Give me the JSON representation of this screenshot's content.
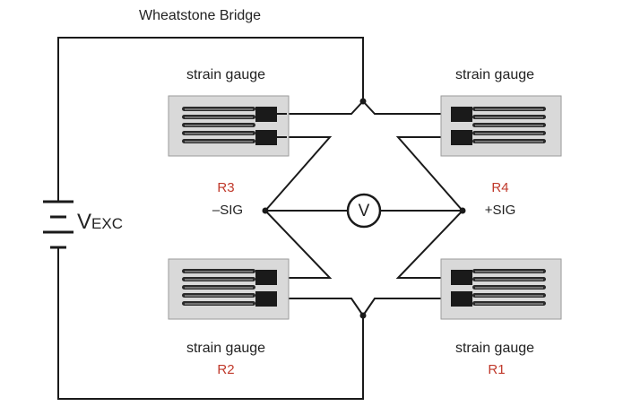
{
  "title": "Wheatstone Bridge",
  "gauges": {
    "top_left": {
      "caption": "strain gauge",
      "resistor": "R3",
      "signal": "–SIG"
    },
    "top_right": {
      "caption": "strain gauge",
      "resistor": "R4",
      "signal": "+SIG"
    },
    "bottom_left": {
      "caption": "strain gauge",
      "resistor": "R2"
    },
    "bottom_right": {
      "caption": "strain gauge",
      "resistor": "R1"
    }
  },
  "meter_symbol": "V",
  "source": {
    "main": "V",
    "sub": "EXC"
  },
  "colors": {
    "wire": "#1a1a1a",
    "resistor_label": "#c0392b",
    "gauge_panel": "#d9d9d9"
  }
}
